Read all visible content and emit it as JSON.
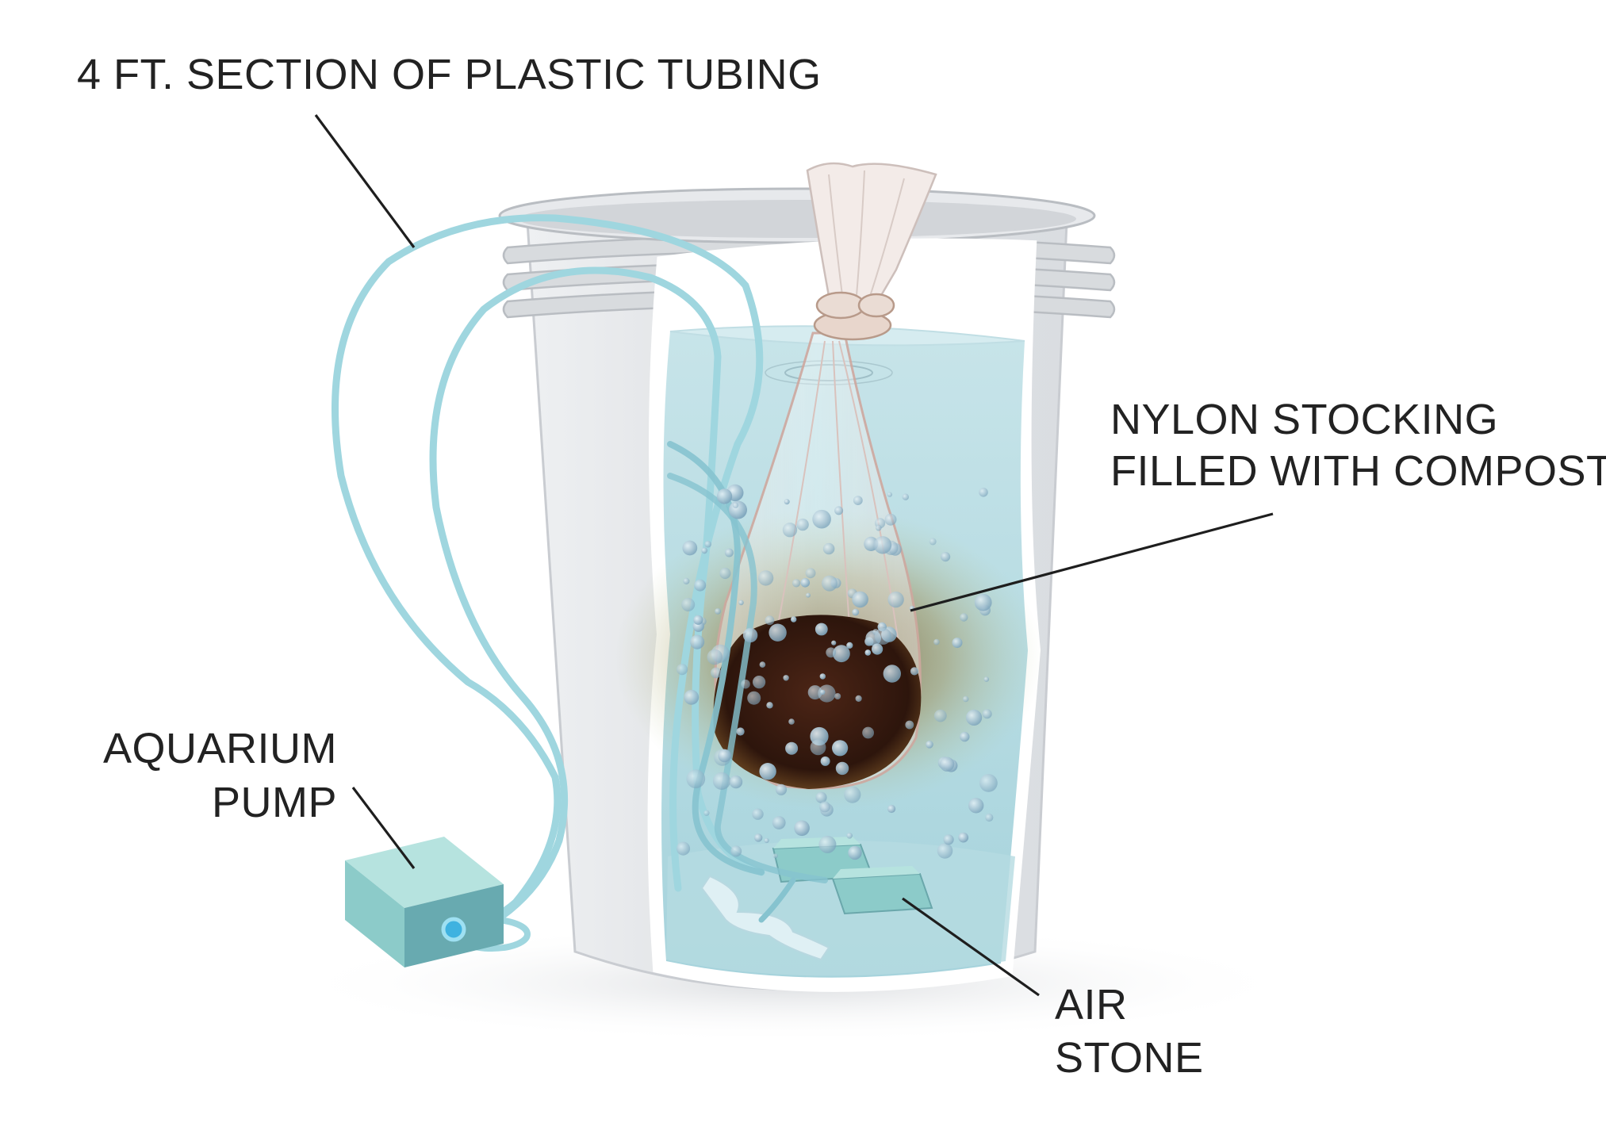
{
  "labels": {
    "tubing": "4 FT. SECTION OF PLASTIC TUBING",
    "stocking_line1": "NYLON STOCKING",
    "stocking_line2": "FILLED WITH COMPOST",
    "pump_line1": "AQUARIUM",
    "pump_line2": "PUMP",
    "airstone_line1": "AIR",
    "airstone_line2": "STONE"
  },
  "colors": {
    "tubing": "#9fd6df",
    "tubing_inner": "#86c3cf",
    "bucket": "#e4e6e9",
    "bucket_rim": "#d3d6da",
    "water": "#b7dce3",
    "compost": "#3b1d12",
    "pump_top": "#b6e3df",
    "pump_front": "#68aab0",
    "pump_side": "#8ccbc9",
    "bubble": "#8fb1c6",
    "leader": "#1e1e1e",
    "text": "#222222"
  }
}
